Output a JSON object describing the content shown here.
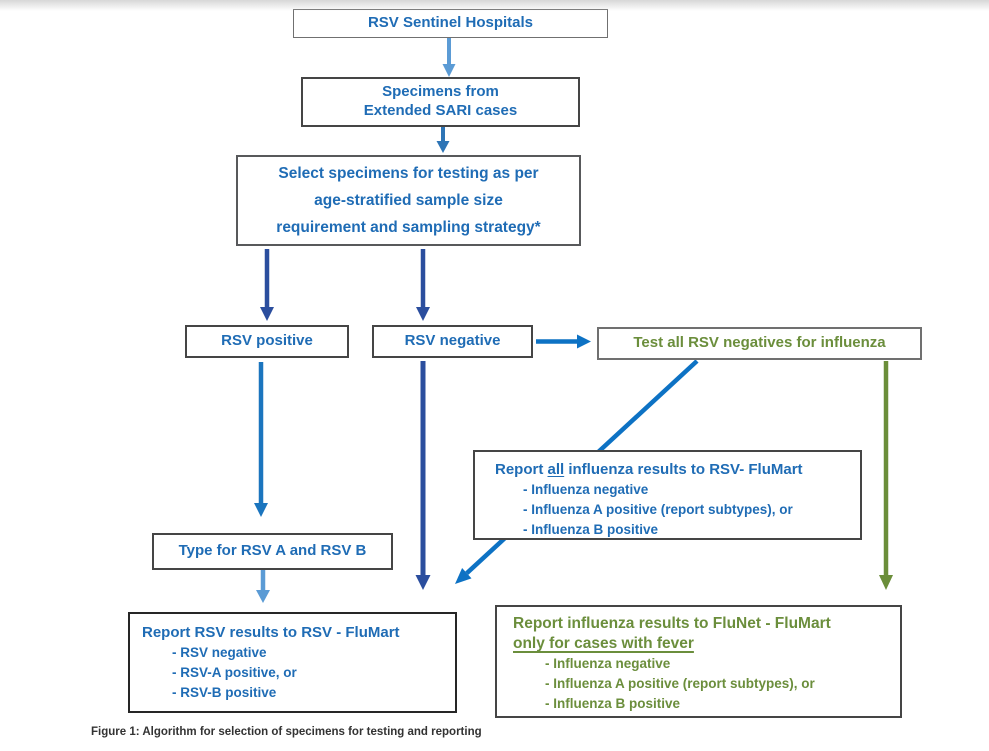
{
  "figure": {
    "caption": "Figure 1: Algorithm for selection of specimens for testing and reporting"
  },
  "palette": {
    "blue_text": "#1f6cb5",
    "green_text": "#6b8e3c",
    "arrow_light_blue": "#5b9bd5",
    "arrow_medium_blue": "#2e75b6",
    "arrow_navy": "#2b4e9e",
    "arrow_bright_blue": "#0d72c4",
    "arrow_green": "#6b8e3a",
    "box_border_gray": "#707070",
    "box_border_dark": "#454545"
  },
  "nodes": {
    "sentinel": {
      "label": "RSV Sentinel Hospitals"
    },
    "specimens": {
      "line1": "Specimens from",
      "line2": "Extended SARI cases"
    },
    "select": {
      "line1": "Select specimens for testing as per",
      "line2": "age-stratified sample size",
      "line3": "requirement and sampling strategy*"
    },
    "rsv_positive": {
      "label": "RSV positive"
    },
    "rsv_negative": {
      "label": "RSV negative"
    },
    "test_negatives": {
      "label": "Test all RSV negatives for influenza"
    },
    "report_all_influenza": {
      "heading_prefix": "Report ",
      "heading_underlined": "all",
      "heading_suffix": " influenza results to RSV- FluMart",
      "bullets": [
        "- Influenza negative",
        "- Influenza A positive (report subtypes), or",
        "- Influenza B positive"
      ]
    },
    "type_rsv": {
      "label": "Type for RSV A and RSV B"
    },
    "report_rsv": {
      "heading": "Report RSV results to RSV - FluMart",
      "bullets": [
        "- RSV negative",
        "- RSV-A positive, or",
        "- RSV-B positive"
      ]
    },
    "report_flunet": {
      "heading_line1": "Report influenza results to FluNet - FluMart",
      "heading_line2": "only for cases with fever",
      "bullets": [
        "- Influenza negative",
        "- Influenza A positive (report subtypes), or",
        "- Influenza B positive"
      ]
    }
  }
}
